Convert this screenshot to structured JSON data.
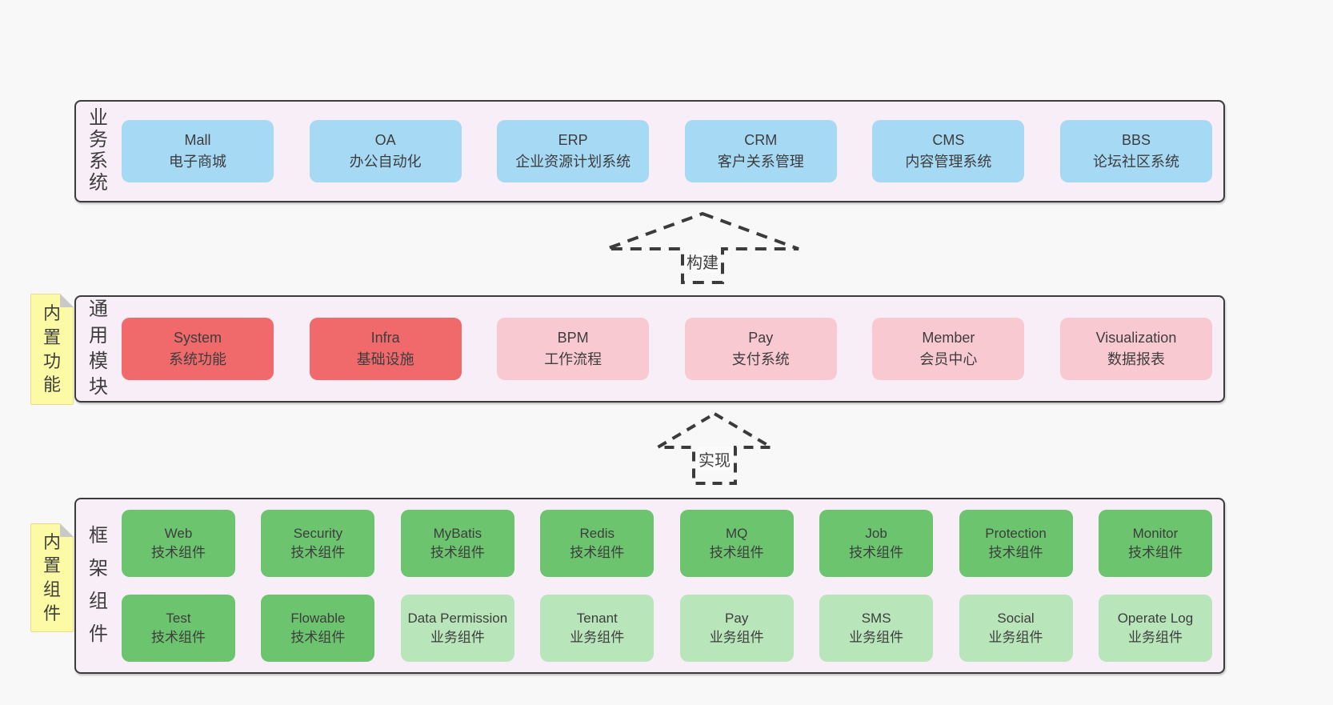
{
  "colors": {
    "page_bg": "#f8f8f8",
    "panel_bg": "#f8eef7",
    "panel_border": "#3c3c3c",
    "blue_box": "#a6d9f3",
    "red_box": "#f0696b",
    "pink_box": "#f9c9d2",
    "green_box": "#6cc46e",
    "light_green_box": "#b9e5ba",
    "sticky_yellow": "#fcfaa4",
    "fold_gray": "#c9c9c9",
    "text": "#3e3e3e"
  },
  "arrows": {
    "build_label": "构建",
    "implement_label": "实现"
  },
  "business": {
    "label": "业务系统",
    "boxes": [
      {
        "name": "Mall",
        "desc": "电子商城",
        "variant": "blue"
      },
      {
        "name": "OA",
        "desc": "办公自动化",
        "variant": "blue"
      },
      {
        "name": "ERP",
        "desc": "企业资源计划系统",
        "variant": "blue"
      },
      {
        "name": "CRM",
        "desc": "客户关系管理",
        "variant": "blue"
      },
      {
        "name": "CMS",
        "desc": "内容管理系统",
        "variant": "blue"
      },
      {
        "name": "BBS",
        "desc": "论坛社区系统",
        "variant": "blue"
      }
    ]
  },
  "modules": {
    "label": "通用模块",
    "sticky": "内置功能",
    "boxes": [
      {
        "name": "System",
        "desc": "系统功能",
        "variant": "red"
      },
      {
        "name": "Infra",
        "desc": "基础设施",
        "variant": "red"
      },
      {
        "name": "BPM",
        "desc": "工作流程",
        "variant": "pink"
      },
      {
        "name": "Pay",
        "desc": "支付系统",
        "variant": "pink"
      },
      {
        "name": "Member",
        "desc": "会员中心",
        "variant": "pink"
      },
      {
        "name": "Visualization",
        "desc": "数据报表",
        "variant": "pink"
      }
    ]
  },
  "components": {
    "label": "框架组件",
    "sticky": "内置组件",
    "row1": [
      {
        "name": "Web",
        "desc": "技术组件",
        "variant": "green"
      },
      {
        "name": "Security",
        "desc": "技术组件",
        "variant": "green"
      },
      {
        "name": "MyBatis",
        "desc": "技术组件",
        "variant": "green"
      },
      {
        "name": "Redis",
        "desc": "技术组件",
        "variant": "green"
      },
      {
        "name": "MQ",
        "desc": "技术组件",
        "variant": "green"
      },
      {
        "name": "Job",
        "desc": "技术组件",
        "variant": "green"
      },
      {
        "name": "Protection",
        "desc": "技术组件",
        "variant": "green"
      },
      {
        "name": "Monitor",
        "desc": "技术组件",
        "variant": "green"
      }
    ],
    "row2": [
      {
        "name": "Test",
        "desc": "技术组件",
        "variant": "green"
      },
      {
        "name": "Flowable",
        "desc": "技术组件",
        "variant": "green"
      },
      {
        "name": "Data Permission",
        "desc": "业务组件",
        "variant": "lightgreen"
      },
      {
        "name": "Tenant",
        "desc": "业务组件",
        "variant": "lightgreen"
      },
      {
        "name": "Pay",
        "desc": "业务组件",
        "variant": "lightgreen"
      },
      {
        "name": "SMS",
        "desc": "业务组件",
        "variant": "lightgreen"
      },
      {
        "name": "Social",
        "desc": "业务组件",
        "variant": "lightgreen"
      },
      {
        "name": "Operate Log",
        "desc": "业务组件",
        "variant": "lightgreen"
      }
    ]
  }
}
